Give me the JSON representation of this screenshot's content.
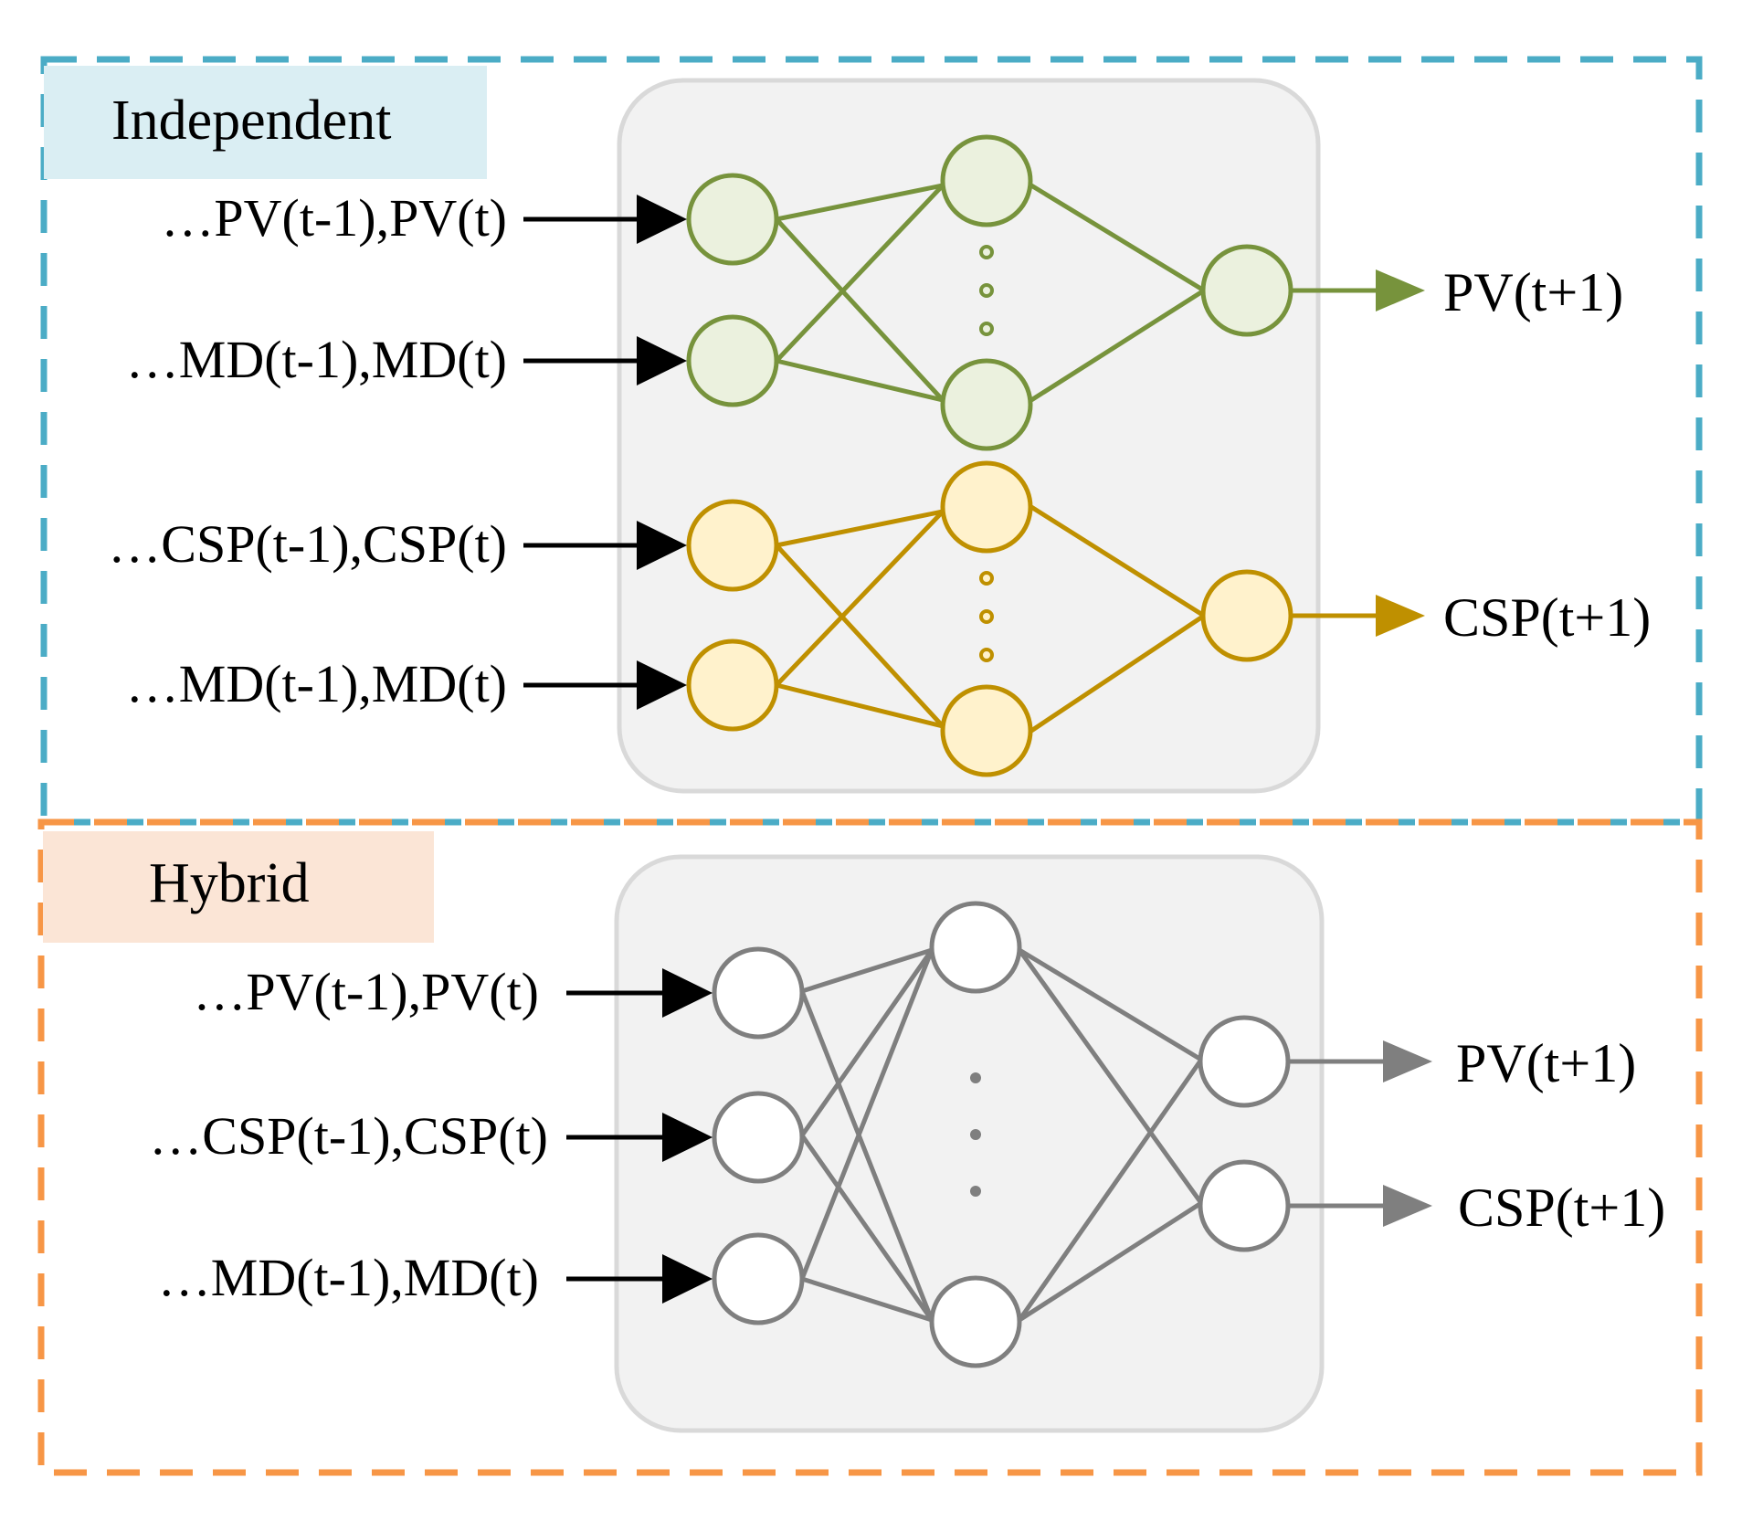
{
  "colors": {
    "independent_border": "#4bacc6",
    "independent_label_bg": "#daeef3",
    "hybrid_border": "#f79646",
    "hybrid_label_bg": "#fbe5d6",
    "panel_fill": "#f2f2f2",
    "panel_stroke": "#d9d9d9",
    "green_stroke": "#77933c",
    "green_fill": "#ebf1de",
    "gold_stroke": "#bf9000",
    "gold_fill": "#fff2cc",
    "gray_stroke": "#7f7f7f",
    "arrow_black": "#000000"
  },
  "independent": {
    "label": "Independent",
    "pv_net": {
      "inputs": [
        "…PV(t-1),PV(t)",
        "…MD(t-1),MD(t)"
      ],
      "output": "PV(t+1)"
    },
    "csp_net": {
      "inputs": [
        "…CSP(t-1),CSP(t)",
        "…MD(t-1),MD(t)"
      ],
      "output": "CSP(t+1)"
    }
  },
  "hybrid": {
    "label": "Hybrid",
    "inputs": [
      "…PV(t-1),PV(t)",
      "…CSP(t-1),CSP(t)",
      "…MD(t-1),MD(t)"
    ],
    "outputs": [
      "PV(t+1)",
      "CSP(t+1)"
    ]
  }
}
